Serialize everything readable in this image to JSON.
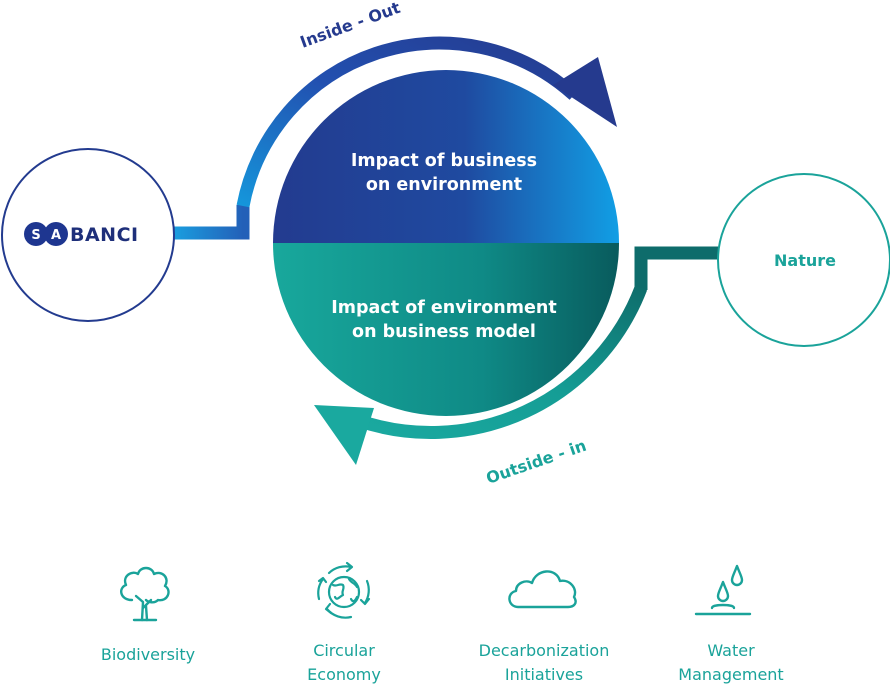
{
  "diagram": {
    "company": {
      "logo_text": "SABANCI"
    },
    "nature_label": "Nature",
    "top_half": {
      "line1": "Impact of business",
      "line2": "on environment"
    },
    "bottom_half": {
      "line1": "Impact of environment",
      "line2": "on business model"
    },
    "arrow_top_label": "Inside - Out",
    "arrow_bottom_label": "Outside - in"
  },
  "focus_areas": [
    {
      "icon": "tree-icon",
      "line1": "Biodiversity",
      "line2": ""
    },
    {
      "icon": "recycle-globe-icon",
      "line1": "Circular",
      "line2": "Economy"
    },
    {
      "icon": "cloud-icon",
      "line1": "Decarbonization",
      "line2": "Initiatives"
    },
    {
      "icon": "water-drop-icon",
      "line1": "Water",
      "line2": "Management"
    }
  ],
  "colors": {
    "navy": "#233b8f",
    "blue": "#1596db",
    "teal": "#16a69b",
    "dark_teal": "#0a5f5f",
    "icon_teal": "#1aa39a"
  }
}
